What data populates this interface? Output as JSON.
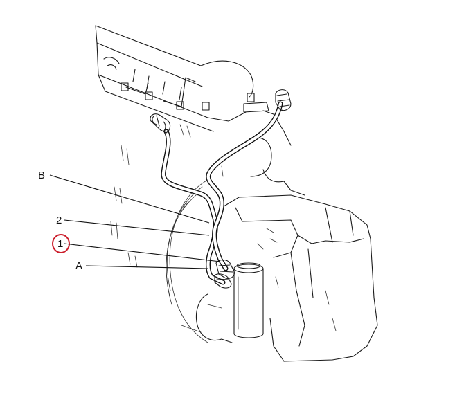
{
  "callouts": {
    "b": "B",
    "two": "2",
    "one": "1",
    "a": "A"
  },
  "highlight_color": "#cc1f2d",
  "line_color": "#111111"
}
